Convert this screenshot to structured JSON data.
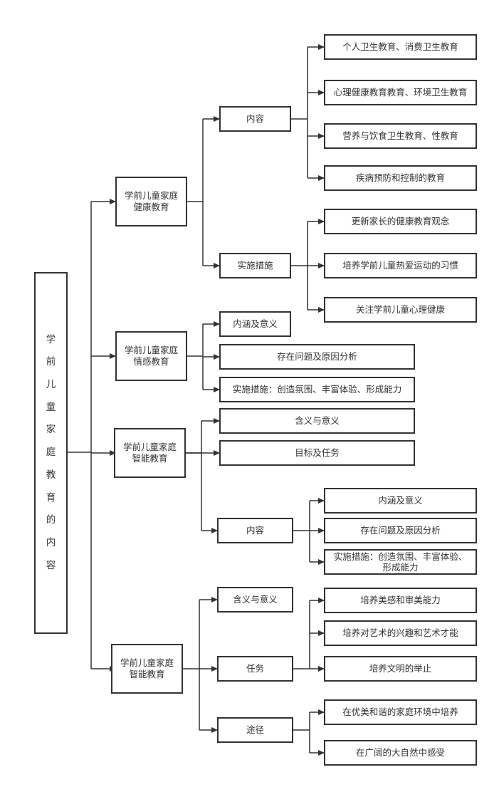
{
  "root": {
    "label": "学前儿童家庭教育的内容"
  },
  "branches": [
    {
      "label": "学前儿童家庭\n健康教育",
      "children": [
        {
          "label": "内容",
          "children": [
            "个人卫生教育、消费卫生教育",
            "心理健康教育教育、环境卫生教育",
            "营养与饮食卫生教育、性教育",
            "疾病预防和控制的教育"
          ]
        },
        {
          "label": "实施措施",
          "children": [
            "更新家长的健康教育观念",
            "培养学前儿童热爱运动的习惯",
            "关注学前儿童心理健康"
          ]
        }
      ]
    },
    {
      "label": "学前儿童家庭\n情感教育",
      "children": [
        {
          "label": "内涵及意义"
        },
        {
          "label": "存在问题及原因分析"
        },
        {
          "label": "实施措施：创造氛围、丰富体验、形成能力"
        }
      ]
    },
    {
      "label": "学前儿童家庭\n智能教育",
      "children": [
        {
          "label": "含义与意义"
        },
        {
          "label": "目标及任务"
        },
        {
          "label": "内容",
          "children": [
            "内涵及意义",
            "存在问题及原因分析",
            "实施措施：创造氛围、丰富体验、\n形成能力"
          ]
        }
      ]
    },
    {
      "label": "学前儿童家庭\n智能教育",
      "children": [
        {
          "label": "含义与意义"
        },
        {
          "label": "任务",
          "children": [
            "培养美感和审美能力",
            "培养对艺术的兴趣和艺术才能",
            "培养文明的举止"
          ]
        },
        {
          "label": "途径",
          "children": [
            "在优美和谐的家庭环境中培养",
            "在广阔的大自然中感受"
          ]
        }
      ]
    }
  ]
}
